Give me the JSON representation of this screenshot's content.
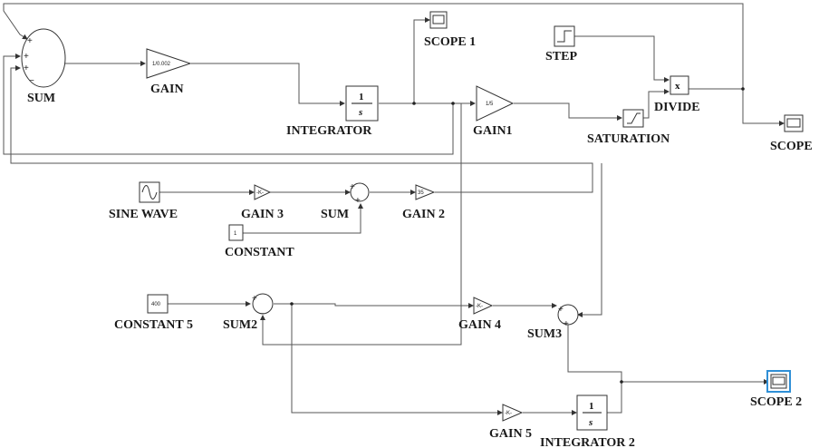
{
  "blocks": {
    "sum_main": {
      "label": "SUM",
      "signs": [
        "+",
        "+",
        "+",
        "−"
      ]
    },
    "gain": {
      "label": "GAIN",
      "value": "1/0.002"
    },
    "integrator": {
      "label": "INTEGRATOR",
      "num": "1",
      "den": "s"
    },
    "scope1": {
      "label": "SCOPE 1"
    },
    "gain1": {
      "label": "GAIN1",
      "value": "1/5"
    },
    "step": {
      "label": "STEP"
    },
    "saturation": {
      "label": "SATURATION"
    },
    "divide": {
      "label": "DIVIDE",
      "op": "x"
    },
    "scope": {
      "label": "SCOPE"
    },
    "sine_wave": {
      "label": "SINE WAVE"
    },
    "gain3": {
      "label": "GAIN 3",
      "value": "-K-"
    },
    "sum2_mid": {
      "label": "SUM",
      "signs": [
        "+",
        "+"
      ]
    },
    "gain2": {
      "label": "GAIN 2",
      "value": "35"
    },
    "constant": {
      "label": "CONSTANT",
      "value": "1"
    },
    "constant5": {
      "label": "CONSTANT 5",
      "value": "400"
    },
    "sum2": {
      "label": "SUM2",
      "signs": [
        "+",
        "−"
      ]
    },
    "gain4": {
      "label": "GAIN 4",
      "value": "-K-"
    },
    "sum3": {
      "label": "SUM3",
      "signs": [
        "+",
        "+"
      ]
    },
    "gain5": {
      "label": "GAIN 5",
      "value": "-K-"
    },
    "integrator2": {
      "label": "INTEGRATOR 2",
      "num": "1",
      "den": "s"
    },
    "scope2": {
      "label": "SCOPE 2"
    }
  }
}
